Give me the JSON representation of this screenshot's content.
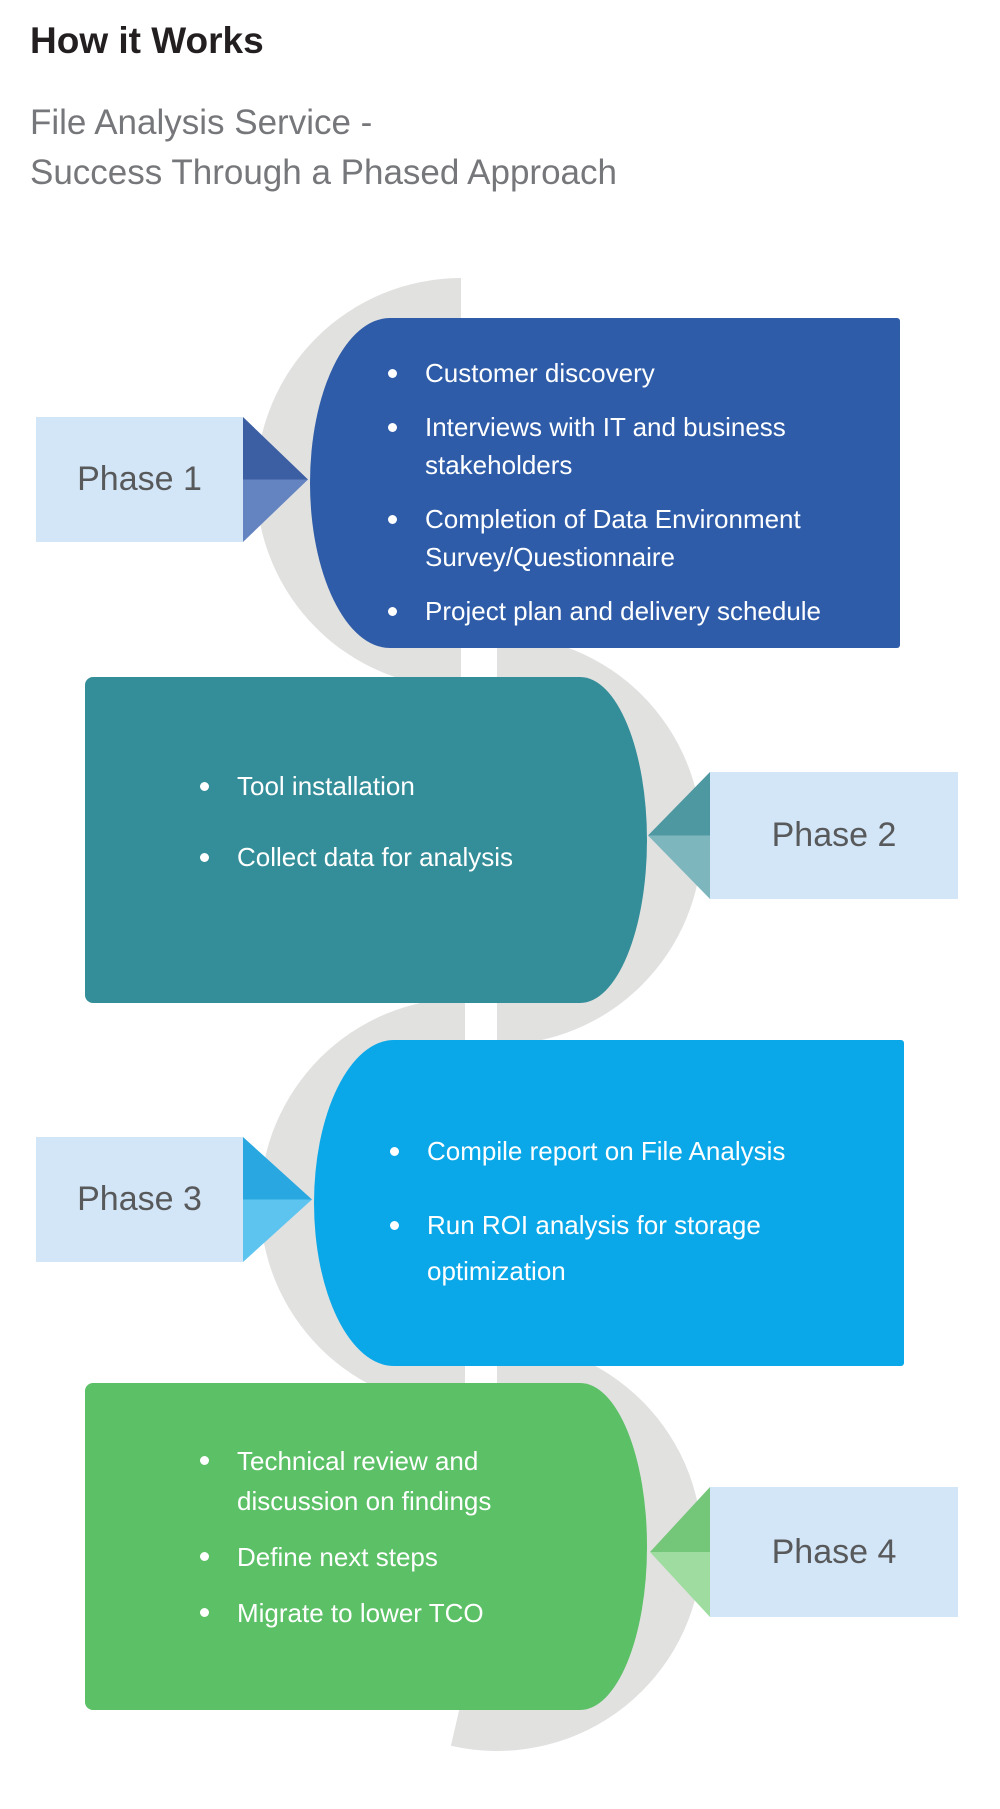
{
  "header": {
    "title": "How it Works",
    "subtitle_line1": "File Analysis Service -",
    "subtitle_line2": "Success Through a Phased Approach"
  },
  "colors": {
    "phase1_box": "#2e5ca8",
    "phase2_box": "#348e99",
    "phase3_box": "#0aa8e8",
    "phase4_box": "#5bc066",
    "phase_label_bg": "#d3e6f7",
    "phase_label_text": "#58595b",
    "serpentine_gray": "#e1e1e0",
    "bullet_text": "#ffffff",
    "subtitle_text": "#76777a",
    "title_text": "#231f20"
  },
  "phases": [
    {
      "label": "Phase 1",
      "side": "label-left",
      "bullets": [
        {
          "lines": [
            "Customer discovery"
          ]
        },
        {
          "lines": [
            "Interviews with IT and business",
            "stakeholders"
          ]
        },
        {
          "lines": [
            "Completion of Data Environment",
            "Survey/Questionnaire"
          ]
        },
        {
          "lines": [
            "Project plan and delivery schedule"
          ]
        }
      ]
    },
    {
      "label": "Phase 2",
      "side": "label-right",
      "bullets": [
        {
          "lines": [
            "Tool installation"
          ]
        },
        {
          "lines": [
            "Collect data for analysis"
          ]
        }
      ]
    },
    {
      "label": "Phase 3",
      "side": "label-left",
      "bullets": [
        {
          "lines": [
            "Compile report on File Analysis"
          ]
        },
        {
          "lines": [
            "Run ROI analysis for storage",
            "optimization"
          ]
        }
      ]
    },
    {
      "label": "Phase 4",
      "side": "label-right",
      "bullets": [
        {
          "lines": [
            "Technical review and",
            "discussion on findings"
          ]
        },
        {
          "lines": [
            "Define next steps"
          ]
        },
        {
          "lines": [
            "Migrate to lower TCO"
          ]
        }
      ]
    }
  ]
}
